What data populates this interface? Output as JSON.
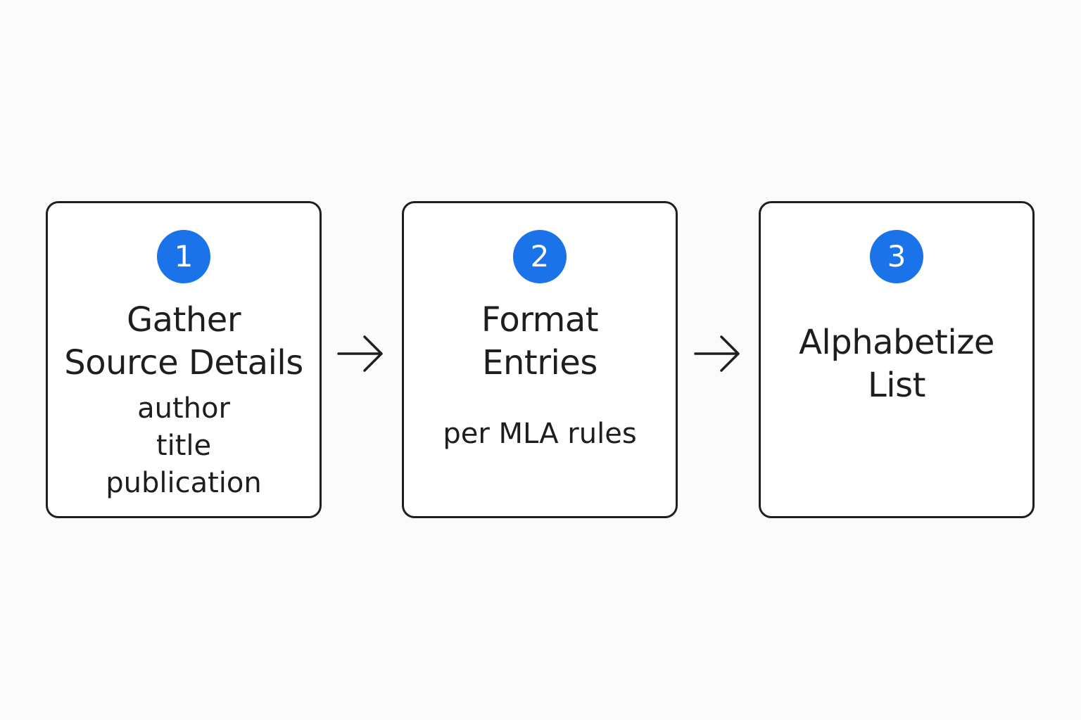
{
  "accent_color": "#1a73e8",
  "steps": [
    {
      "number": "1",
      "title_lines": [
        "Gather",
        "Source Details"
      ],
      "description_lines": [
        "author",
        "title",
        "publication"
      ]
    },
    {
      "number": "2",
      "title_lines": [
        "Format",
        "Entries"
      ],
      "description_lines": [
        "per MLA rules"
      ]
    },
    {
      "number": "3",
      "title_lines": [
        "Alphabetize",
        "List"
      ],
      "description_lines": []
    }
  ],
  "connectors": [
    "arrow-right-icon",
    "arrow-right-icon"
  ]
}
